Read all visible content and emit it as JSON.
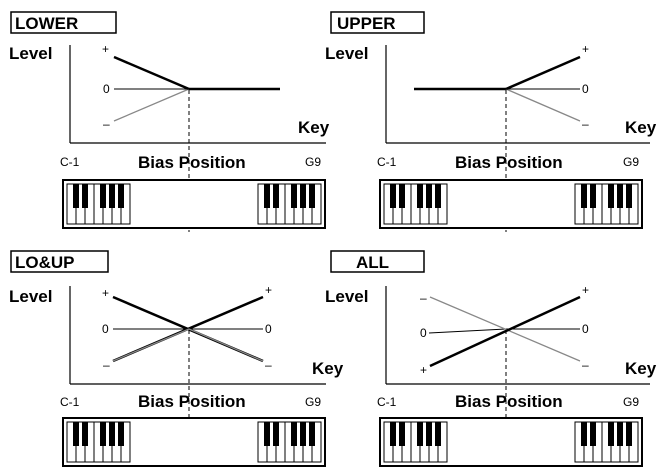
{
  "panels": [
    {
      "id": "lower",
      "title": "LOWER",
      "y_axis_label": "Level",
      "x_axis_label": "Key",
      "marker_plus": "+",
      "marker_zero": "0",
      "marker_minus": "–",
      "range_low": "C-1",
      "range_high": "G9",
      "bias_label": "Bias Position"
    },
    {
      "id": "upper",
      "title": "UPPER",
      "y_axis_label": "Level",
      "x_axis_label": "Key",
      "marker_plus": "+",
      "marker_zero": "0",
      "marker_minus": "–",
      "range_low": "C-1",
      "range_high": "G9",
      "bias_label": "Bias Position"
    },
    {
      "id": "loup",
      "title": "LO&UP",
      "y_axis_label": "Level",
      "x_axis_label": "Key",
      "marker_plus": "+",
      "marker_zero": "0",
      "marker_minus": "–",
      "marker_plus_right": "+",
      "marker_zero_right": "0",
      "marker_minus_right": "–",
      "range_low": "C-1",
      "range_high": "G9",
      "bias_label": "Bias Position"
    },
    {
      "id": "all",
      "title": "ALL",
      "y_axis_label": "Level",
      "x_axis_label": "Key",
      "marker_plus": "+",
      "marker_zero": "0",
      "marker_minus": "–",
      "marker_plus_right": "+",
      "marker_zero_right": "0",
      "marker_minus_right": "–",
      "range_low": "C-1",
      "range_high": "G9",
      "bias_label": "Bias Position"
    }
  ]
}
